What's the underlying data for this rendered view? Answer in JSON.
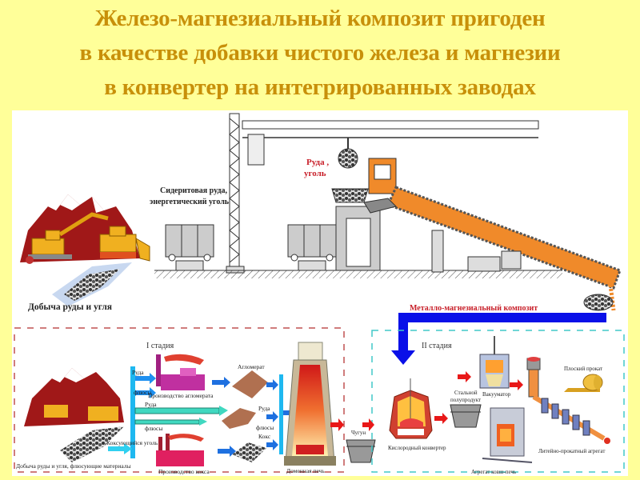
{
  "title": {
    "lines": [
      "Железо-магнезиальный композит пригоден",
      "в качестве добавки чистого железа и магнезии",
      "в конвертер на интегрированных заводах"
    ],
    "color": "#C8900A"
  },
  "background_color": "#FFFF99",
  "top_diagram": {
    "labels": {
      "mining": "Добыча руды и угля",
      "siderite_line1": "Сидеритовая руда,",
      "siderite_line2": "энергетический уголь",
      "ore_coal_line1": "Руда ,",
      "ore_coal_line2": "уголь",
      "composite": "Металло-магнезиальный композит"
    },
    "kiln_color": "#F08A2A",
    "arrow_color": "#0A10E8"
  },
  "stage1": {
    "heading": "I стадия",
    "border_color": "#C05050",
    "labels": {
      "ore_1": "Руда",
      "fluxes_1": "флюсы",
      "agglomerate_production": "Производство агломерата",
      "ore_2": "Руда",
      "fluxes_2": "флюсы",
      "coking_coal": "Коксующийся уголь",
      "coke_production": "Производство кокса",
      "mining_caption": "Добыча руды и угля, флюсующие материалы",
      "agglomerate": "Агломерат",
      "ore_3": "Руда",
      "fluxes_3": "флюсы",
      "coke": "Кокс",
      "blast_furnace": "Доменная печь",
      "pig_iron": "Чугун"
    }
  },
  "stage2": {
    "heading": "II стадия",
    "border_color": "#40C8C8",
    "labels": {
      "oxygen_converter": "Кислородный конвертер",
      "steel_semi_line1": "Стальной",
      "steel_semi_line2": "полупродукт",
      "vacuumator": "Вакууматор",
      "ladle_furnace": "Агрегат ковш-печь",
      "flat_product": "Плоский прокат",
      "casting_rolling": "Литейно-прокатный агрегат"
    }
  }
}
